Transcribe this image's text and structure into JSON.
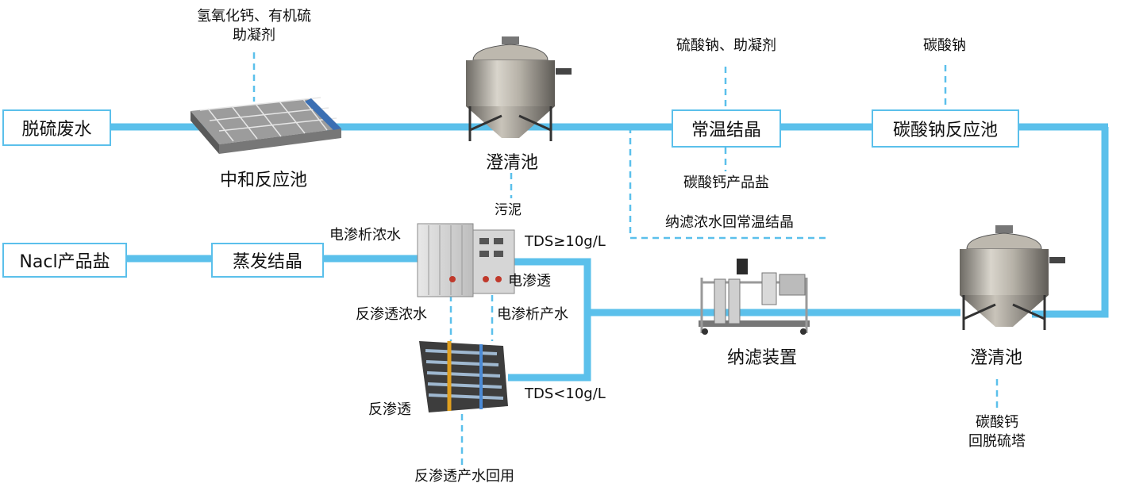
{
  "colors": {
    "pipe": "#5bc0eb",
    "dashed": "#5bc0eb",
    "steel": "#a8a39a",
    "dark": "#3a3a3a"
  },
  "boxes": {
    "desulfurization_wastewater": "脱硫废水",
    "room_temp_crystallization": "常温结晶",
    "sodium_carbonate_reactor": "碳酸钠反应池",
    "nacl_product_salt": "Nacl产品盐",
    "evaporation_crystallization": "蒸发结晶"
  },
  "labels": {
    "neutral_inputs_line1": "氢氧化钙、有机硫",
    "neutral_inputs_line2": "助凝剂",
    "neutralization_tank": "中和反应池",
    "clarifier_1": "澄清池",
    "sludge": "污泥",
    "sodium_sulfate_inputs": "硫酸钠、助凝剂",
    "sodium_carbonate_input": "碳酸钠",
    "calcium_carbonate_product": "碳酸钙产品盐",
    "nf_concentrate_return": "纳滤浓水回常温结晶",
    "ed_concentrate": "电渗析浓水",
    "tds_high": "TDS≥10g/L",
    "electrodialysis": "电渗透",
    "ro_concentrate": "反渗透浓水",
    "ed_product_water": "电渗析产水",
    "nanofiltration_unit": "纳滤装置",
    "clarifier_2": "澄清池",
    "reverse_osmosis": "反渗透",
    "tds_low": "TDS<10g/L",
    "ro_product_reuse": "反渗透产水回用",
    "calcium_carbonate_return_line1": "碳酸钙",
    "calcium_carbonate_return_line2": "回脱硫塔"
  },
  "icons": [
    "neutralization-tank-icon",
    "clarifier-tank-icon",
    "nanofiltration-skid-icon",
    "electrodialysis-unit-icon",
    "reverse-osmosis-unit-icon"
  ]
}
